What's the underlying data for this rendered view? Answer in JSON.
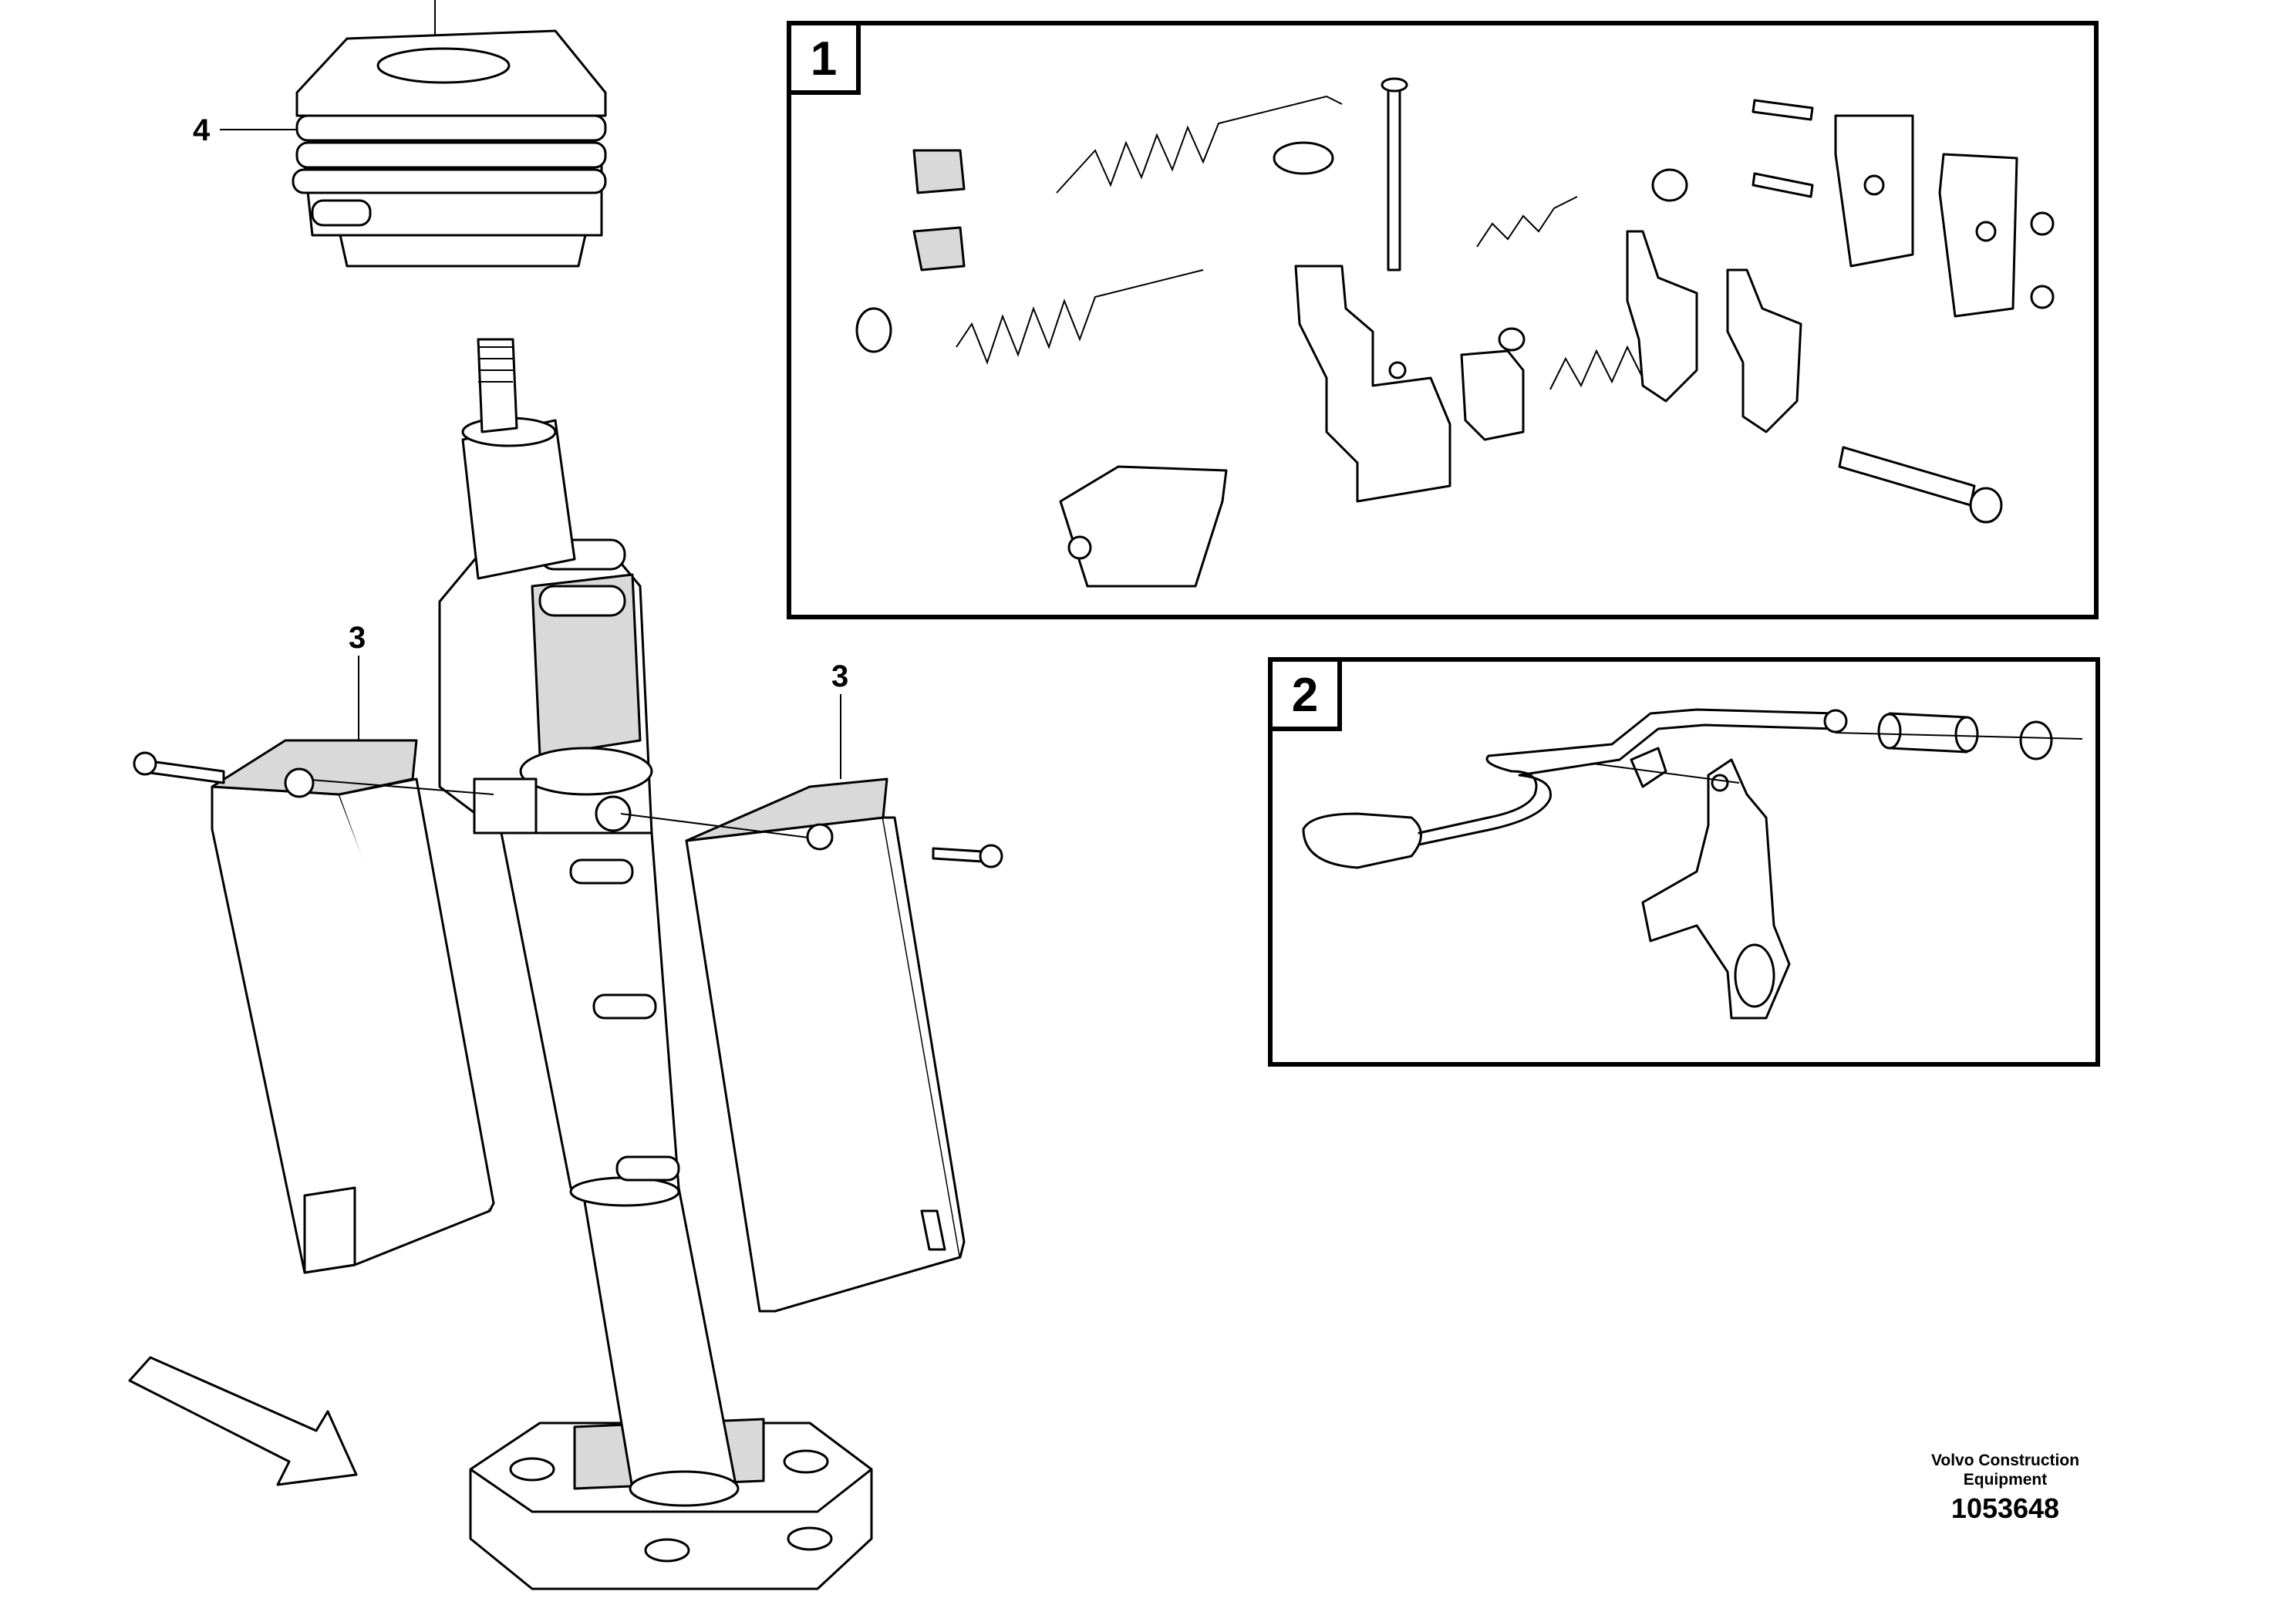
{
  "diagram": {
    "callouts": [
      {
        "id": "callout-4",
        "text": "4"
      },
      {
        "id": "callout-3-left",
        "text": "3"
      },
      {
        "id": "callout-3-right",
        "text": "3"
      }
    ],
    "boxes": [
      {
        "id": "box-1",
        "number": "1"
      },
      {
        "id": "box-2",
        "number": "2"
      }
    ],
    "brand_line1": "Volvo Construction",
    "brand_line2": "Equipment",
    "document_number": "1053648"
  }
}
